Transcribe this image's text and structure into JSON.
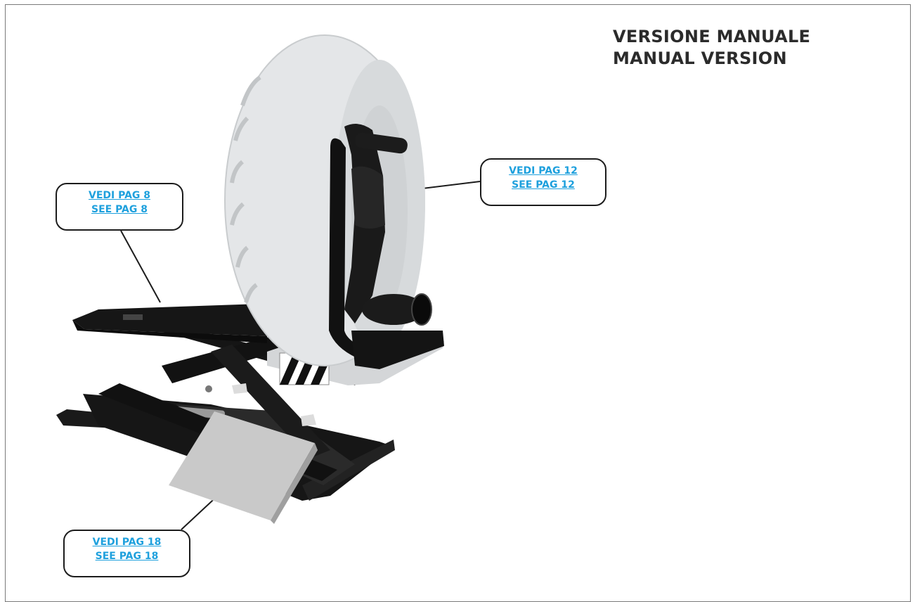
{
  "title": {
    "line1": "VERSIONE MANUALE",
    "line2": "MANUAL VERSION"
  },
  "callouts": {
    "page8": {
      "it": "VEDI PAG 8",
      "en": "SEE PAG 8"
    },
    "page12": {
      "it": "VEDI PAG 12",
      "en": "SEE PAG 12"
    },
    "page18": {
      "it": "VEDI PAG 18",
      "en": "SEE PAG 18"
    }
  },
  "colors": {
    "link": "#1ea0dd",
    "title": "#2b2b2b",
    "machine": "#151515",
    "tyre": "#e4e6e8",
    "ramp": "#c8c8c8"
  },
  "icons": [
    "wheel-lift-machine-photo"
  ]
}
